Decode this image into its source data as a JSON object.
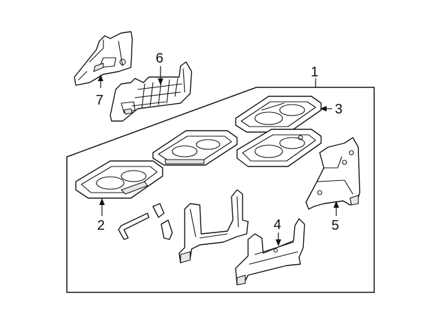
{
  "diagram": {
    "callouts": [
      {
        "id": "1",
        "label": "1"
      },
      {
        "id": "2",
        "label": "2"
      },
      {
        "id": "3",
        "label": "3"
      },
      {
        "id": "4",
        "label": "4"
      },
      {
        "id": "5",
        "label": "5"
      },
      {
        "id": "6",
        "label": "6"
      },
      {
        "id": "7",
        "label": "7"
      }
    ],
    "colors": {
      "line": "#111111",
      "background": "#ffffff",
      "shade": "#e6e6e6"
    }
  }
}
